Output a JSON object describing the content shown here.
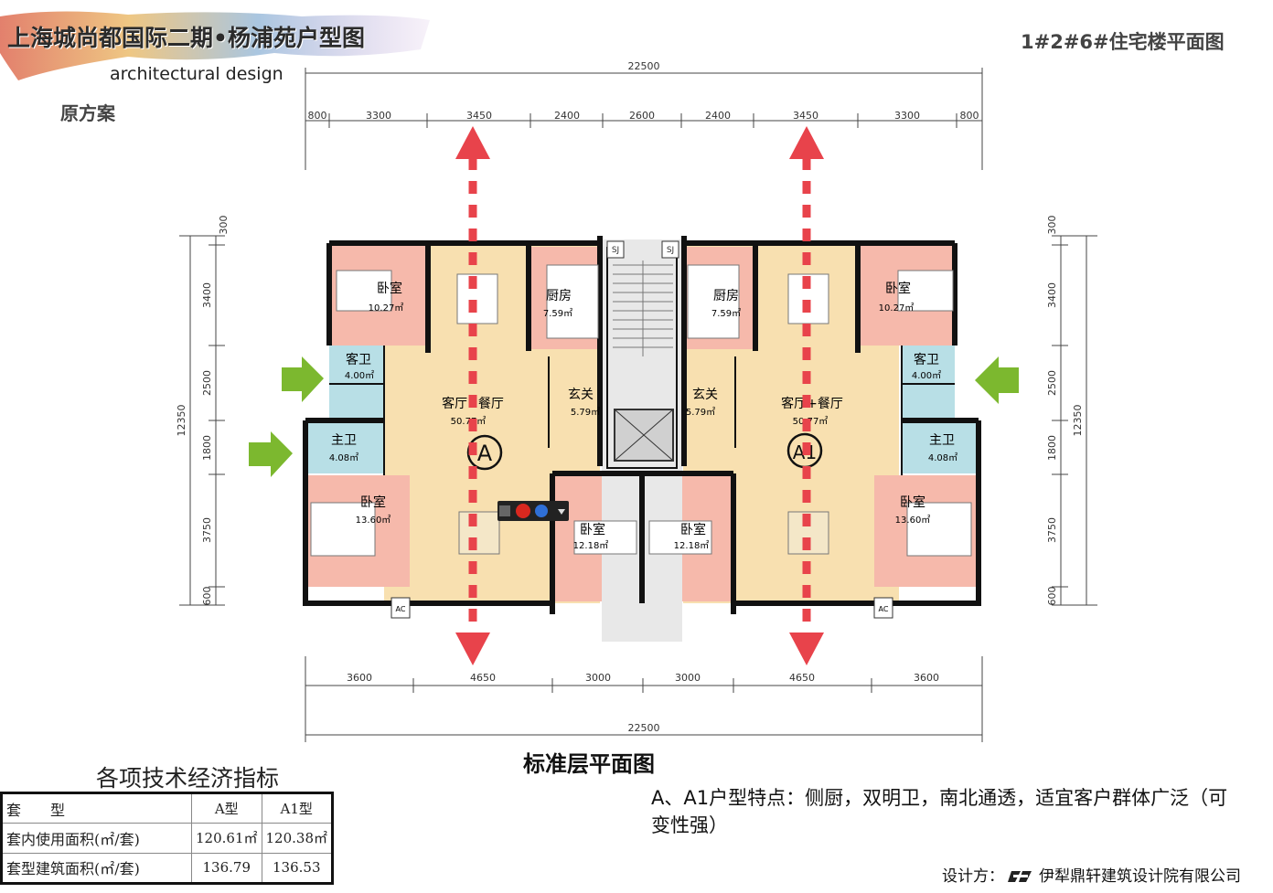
{
  "header": {
    "title": "上海城尚都国际二期•杨浦苑户型图",
    "subtitle": "architectural design",
    "scheme": "原方案",
    "building": "1#2#6#住宅楼平面图"
  },
  "plan": {
    "title": "标准层平面图",
    "top_total": "22500",
    "top_dims": [
      "800",
      "3300",
      "3450",
      "2400",
      "2600",
      "2400",
      "3450",
      "3300",
      "800"
    ],
    "bottom_dims": [
      "3600",
      "4650",
      "3000",
      "3000",
      "4650",
      "3600"
    ],
    "bottom_total": "22500",
    "left_dims": [
      "300",
      "3400",
      "2500",
      "1800",
      "3750",
      "600"
    ],
    "left_total": "12350",
    "right_dims": [
      "300",
      "3400",
      "2500",
      "1800",
      "3750",
      "600"
    ],
    "right_total": "12350",
    "rooms": {
      "bedroom": "卧室",
      "kitchen": "厨房",
      "guest_bath": "客卫",
      "master_bath": "主卫",
      "living": "客厅+餐厅",
      "foyer": "玄关",
      "area_bed_top": "10.27㎡",
      "area_kitchen": "7.59㎡",
      "area_guest_bath": "4.00㎡",
      "area_master_bath": "4.08㎡",
      "area_living": "50.77㎡",
      "area_foyer": "5.79㎡",
      "area_bed_bottom": "13.60㎡",
      "area_bed_small": "12.18㎡",
      "sj": "SJ",
      "ac": "AC"
    },
    "unit_a": "A",
    "unit_a1": "A1"
  },
  "features": "A、A1户型特点：侧厨，双明卫，南北通透，适宜客户群体广泛（可变性强）",
  "econ": {
    "title": "各项技术经济指标",
    "header": [
      "套　　型",
      "A型",
      "A1型"
    ],
    "rows": [
      [
        "套内使用面积(㎡/套)",
        "120.61㎡",
        "120.38㎡"
      ],
      [
        "套型建筑面积(㎡/套)",
        "136.79",
        "136.53"
      ]
    ]
  },
  "footer": {
    "designer_label": "设计方：",
    "company": "伊犁鼎轩建筑设计院有限公司"
  },
  "colors": {
    "living": "#f8e0b0",
    "bedroom": "#f6b9ab",
    "bath": "#b8dfe6",
    "arrow_red": "#e8434b",
    "arrow_green": "#7cb82f"
  }
}
